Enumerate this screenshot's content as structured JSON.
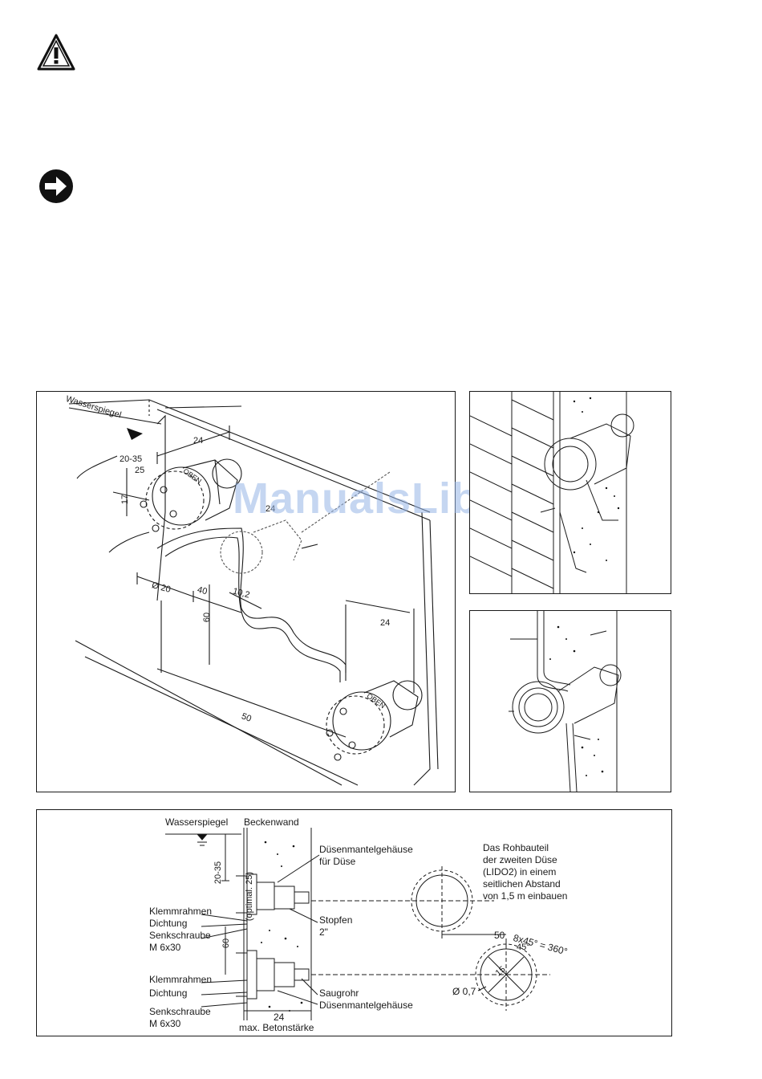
{
  "icons": {
    "warning": "warning-triangle-icon",
    "next": "arrow-right-circle-icon"
  },
  "watermark": "ManualsLib.de",
  "figure1": {
    "wasserspiegel": "Wasserspiegel",
    "dim_24_top": "24",
    "dim_20_35": "20-35",
    "dim_25": "25",
    "dim_17": "17",
    "dim_oben_1": "OBEN",
    "dim_24_mid": "24",
    "dim_d20": "Ø 20",
    "dim_40": "40",
    "dim_10_2": "10,2",
    "dim_60": "60",
    "dim_24_right": "24",
    "dim_50": "50",
    "dim_oben_2": "OBEN"
  },
  "figure4": {
    "wasserspiegel": "Wasserspiegel",
    "beckenwand": "Beckenwand",
    "duesenmantel_1a": "Düsenmantelgehäuse",
    "duesenmantel_1b": "für Düse",
    "dim_20_35": "20-35",
    "dim_optimal": "(optimal. 25)",
    "klemmrahmen_1": "Klemmrahmen",
    "dichtung_1": "Dichtung",
    "senkschraube_1": "Senkschraube",
    "m6_1": "M 6x30",
    "stopfen": "Stopfen",
    "stopfen_size": "2\"",
    "dim_60": "60",
    "klemmrahmen_2": "Klemmrahmen",
    "dichtung_2": "Dichtung",
    "senkschraube_2": "Senkschraube",
    "m6_2": "M 6x30",
    "saugrohr": "Saugrohr",
    "duesenmantel_2": "Düsenmantelgehäuse",
    "dim_24": "24",
    "max_beton": "max. Betonstärke",
    "note_1": "Das Rohbauteil",
    "note_2": "der zweiten Düse",
    "note_3": "(LIDO2) in einem",
    "note_4": "seitlichen Abstand",
    "note_5": "von 1,5 m einbauen",
    "dim_50": "50",
    "dim_8x45": "8x45° = 360°",
    "dim_45": "45°",
    "dim_15": "15",
    "dim_d07": "Ø 0,7"
  }
}
